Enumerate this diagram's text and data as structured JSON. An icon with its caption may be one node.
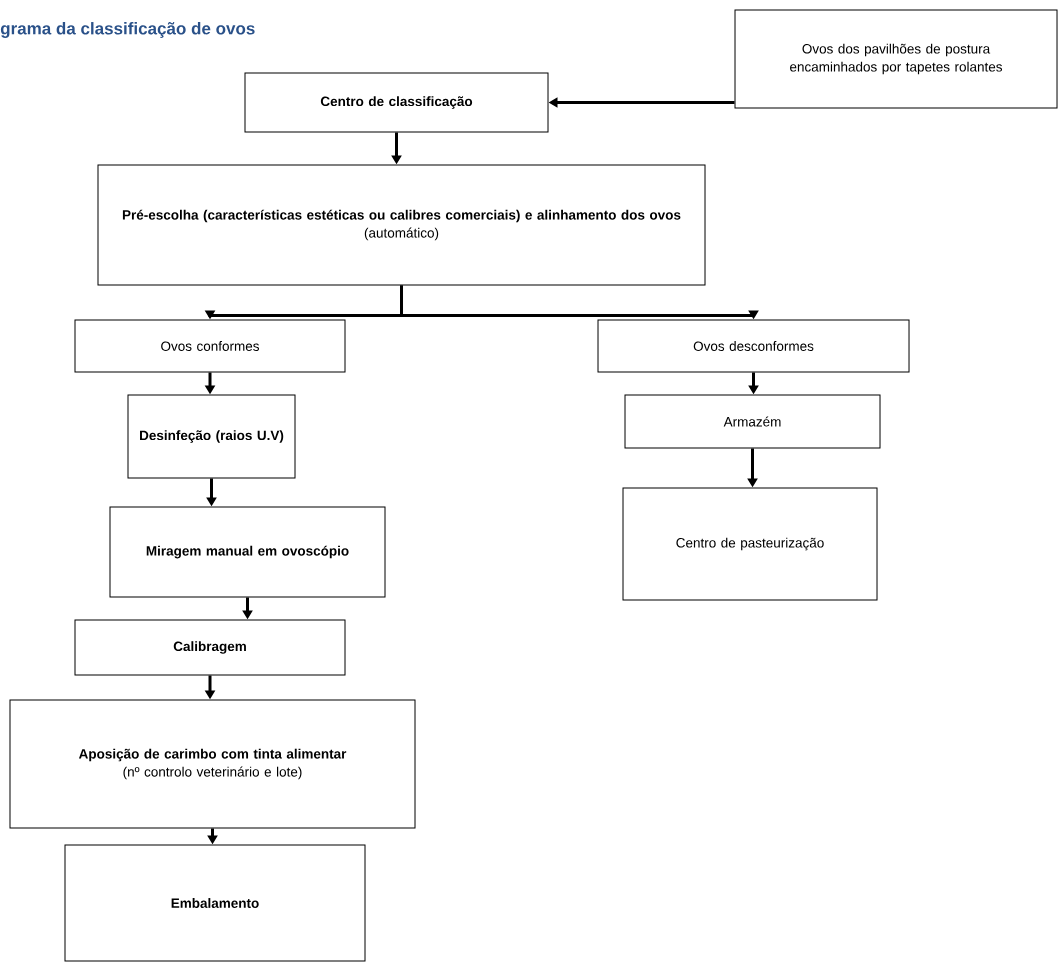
{
  "diagram": {
    "title": "grama da classificação de ovos",
    "nodes": [
      {
        "text": [
          "Centro de classificação"
        ]
      },
      {
        "text": [
          "Ovos dos pavilhões de postura encaminhados por tapetes rolantes"
        ]
      },
      {
        "text": [
          "Pré-escolha (características estéticas ou calibres comerciais) e alinhamento dos ovos",
          "(automático)"
        ]
      },
      {
        "text": [
          "Ovos conformes"
        ]
      },
      {
        "text": [
          "Ovos desconformes"
        ]
      },
      {
        "text": [
          "Desinfeção (raios U.V)"
        ]
      },
      {
        "text": [
          "Armazém"
        ]
      },
      {
        "text": [
          "Centro de pasteurização"
        ]
      },
      {
        "text": [
          "Miragem manual em ovoscópio"
        ]
      },
      {
        "text": [
          "Calibragem"
        ]
      },
      {
        "text": [
          "Aposição de carimbo com tinta alimentar",
          "(nº controlo veterinário e lote)"
        ]
      },
      {
        "text": [
          "Embalamento"
        ]
      }
    ],
    "edges": [
      {
        "from": 1,
        "to": 0,
        "arrow": "to"
      },
      {
        "from": 0,
        "to": 2,
        "arrow": "to"
      },
      {
        "from": 2,
        "to": 3,
        "arrow": "to"
      },
      {
        "from": 2,
        "to": 4,
        "arrow": "to"
      },
      {
        "from": 3,
        "to": 5,
        "arrow": "to"
      },
      {
        "from": 5,
        "to": 8,
        "arrow": "to"
      },
      {
        "from": 8,
        "to": 9,
        "arrow": "to"
      },
      {
        "from": 9,
        "to": 10,
        "arrow": "to"
      },
      {
        "from": 10,
        "to": 11,
        "arrow": "to"
      },
      {
        "from": 4,
        "to": 6,
        "arrow": "to"
      },
      {
        "from": 6,
        "to": 7,
        "arrow": "to"
      }
    ]
  }
}
